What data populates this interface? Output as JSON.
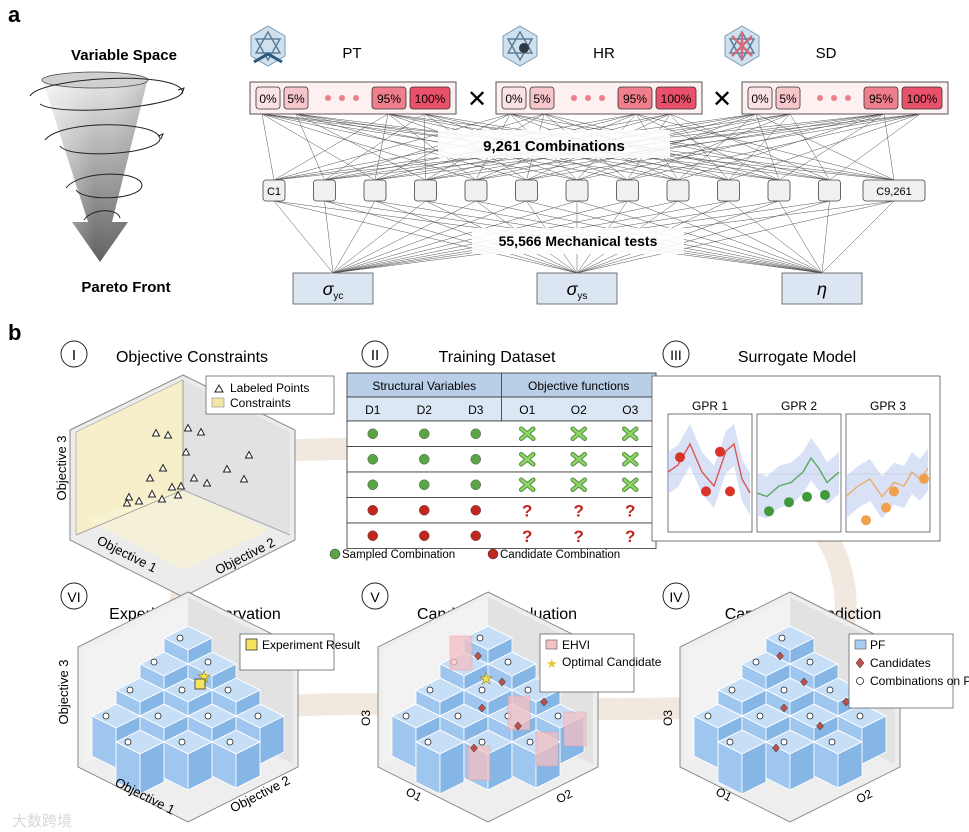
{
  "panel_a": {
    "letter": "a",
    "variable_space": "Variable Space",
    "pareto_front": "Pareto Front",
    "materials": [
      {
        "name": "PT",
        "levels": [
          "0%",
          "5%",
          "95%",
          "100%"
        ]
      },
      {
        "name": "HR",
        "levels": [
          "0%",
          "5%",
          "95%",
          "100%"
        ]
      },
      {
        "name": "SD",
        "levels": [
          "0%",
          "5%",
          "95%",
          "100%"
        ]
      }
    ],
    "times_symbol": "✕",
    "combinations_label": "9,261 Combinations",
    "first_combination": "C1",
    "last_combination": "C9,261",
    "tests_label": "55,566 Mechanical tests",
    "outputs": [
      {
        "symbol": "σ",
        "sub": "yc"
      },
      {
        "symbol": "σ",
        "sub": "ys"
      },
      {
        "symbol": "η",
        "sub": ""
      }
    ]
  },
  "panel_b": {
    "letter": "b",
    "I": {
      "numeral": "I",
      "title": "Objective Constraints",
      "legend": [
        "Labeled Points",
        "Constraints"
      ],
      "axis1": "Objective 1",
      "axis2": "Objective 2",
      "axis3": "Objective 3"
    },
    "II": {
      "numeral": "II",
      "title": "Training Dataset",
      "group_headers": [
        "Structural Variables",
        "Objective functions"
      ],
      "columns": [
        "D1",
        "D2",
        "D3",
        "O1",
        "O2",
        "O3"
      ],
      "rows": [
        {
          "type": "sampled"
        },
        {
          "type": "sampled"
        },
        {
          "type": "sampled"
        },
        {
          "type": "candidate"
        },
        {
          "type": "candidate"
        }
      ],
      "unknown_mark": "?",
      "legend_sampled": "Sampled Combination",
      "legend_candidate": "Candidate Combination",
      "colors": {
        "sampled": "#5aa445",
        "candidate": "#c0261e",
        "header": "#b9cfe8"
      }
    },
    "III": {
      "numeral": "III",
      "title": "Surrogate Model",
      "models": [
        "GPR 1",
        "GPR 2",
        "GPR 3"
      ],
      "colors": [
        "#d9342b",
        "#3f9b3a",
        "#f0a04b"
      ]
    },
    "IV": {
      "numeral": "IV",
      "title": "Candidates Prediction",
      "legend": [
        "PF",
        "Candidates",
        "Combinations on PF"
      ],
      "axis_left": "O3",
      "axis_bottom_left": "O1",
      "axis_bottom_right": "O2"
    },
    "V": {
      "numeral": "V",
      "title": "Candidates Evaluation",
      "legend": [
        "EHVI",
        "Optimal Candidate"
      ],
      "axis_left": "O3",
      "axis_bottom_left": "O1",
      "axis_bottom_right": "O2"
    },
    "VI": {
      "numeral": "VI",
      "title": "Experiment Observation",
      "legend": [
        "Experiment Result"
      ],
      "axis1": "Objective 1",
      "axis2": "Objective 2",
      "axis3": "Objective 3"
    }
  },
  "watermark": "大数跨境"
}
